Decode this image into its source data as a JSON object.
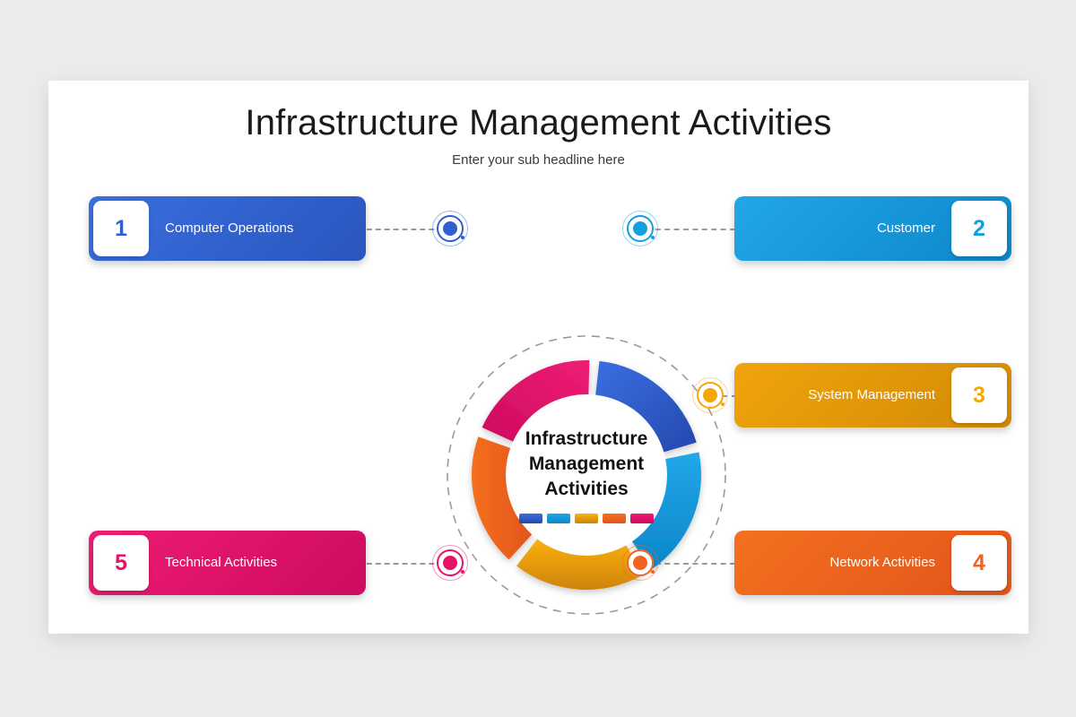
{
  "slide": {
    "title": "Infrastructure Management Activities",
    "subtitle": "Enter your sub headline here"
  },
  "center": {
    "line1": "Infrastructure",
    "line2": "Management",
    "line3": "Activities"
  },
  "colors": {
    "blue": "#2f5fd0",
    "blue_dark": "#2a55bd",
    "light_blue": "#12a0e0",
    "light_blue_dark": "#0a8fd0",
    "amber": "#f5a608",
    "amber_dark": "#cf8708",
    "orange": "#f26322",
    "orange_dark": "#e2541b",
    "pink": "#e8126b",
    "pink_dark": "#cf0f60",
    "dash": "#9a9a9a",
    "text_dark": "#1a1a1a"
  },
  "items": [
    {
      "number": "1",
      "label": "Computer Operations",
      "color": "#2f5fd0",
      "color_dark": "#2a55bd",
      "side": "left"
    },
    {
      "number": "2",
      "label": "Customer",
      "color": "#12a0e0",
      "color_dark": "#0a8fd0",
      "side": "right"
    },
    {
      "number": "3",
      "label": "System Management",
      "color": "#f5a608",
      "color_dark": "#d98e07",
      "side": "right"
    },
    {
      "number": "4",
      "label": "Network Activities",
      "color": "#f26322",
      "color_dark": "#e2541b",
      "side": "right"
    },
    {
      "number": "5",
      "label": "Technical Activities",
      "color": "#e8126b",
      "color_dark": "#cf0f60",
      "side": "left"
    }
  ],
  "chart_data": {
    "type": "pie",
    "title": "Infrastructure Management Activities",
    "labels": [
      "Computer Operations",
      "Customer",
      "System Management",
      "Network Activities",
      "Technical Activities"
    ],
    "values": [
      20,
      20,
      20,
      20,
      20
    ],
    "colors": [
      "#2f5fd0",
      "#12a0e0",
      "#f5a608",
      "#f26322",
      "#e8126b"
    ],
    "legend": [
      "#2f5fd0",
      "#12a0e0",
      "#f5a608",
      "#f26322",
      "#e8126b"
    ],
    "legend_position": "center",
    "donut": true,
    "inner_radius_ratio": 0.69,
    "segment_gap_deg": 5,
    "start_angle_deg": -86,
    "grid": false
  }
}
